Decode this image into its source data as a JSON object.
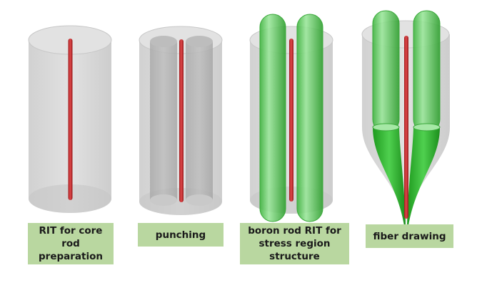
{
  "steps": [
    {
      "id": "core-rod",
      "label_lines": [
        "RIT for core rod",
        "preparation"
      ]
    },
    {
      "id": "punching",
      "label_lines": [
        "punching"
      ]
    },
    {
      "id": "boron-rod",
      "label_lines": [
        "boron rod RIT for",
        "stress region structure"
      ]
    },
    {
      "id": "fiber-drawing",
      "label_lines": [
        "fiber drawing"
      ]
    }
  ],
  "colors": {
    "cylinder_body": "#cfcfcf",
    "cylinder_edge": "#bdbdbd",
    "hole": "#b3b3b3",
    "core": "#c0282a",
    "boron_rod": "#5fcf5f",
    "boron_rod_dark": "#2ea82e",
    "label_bg": "#b9d7a0"
  }
}
